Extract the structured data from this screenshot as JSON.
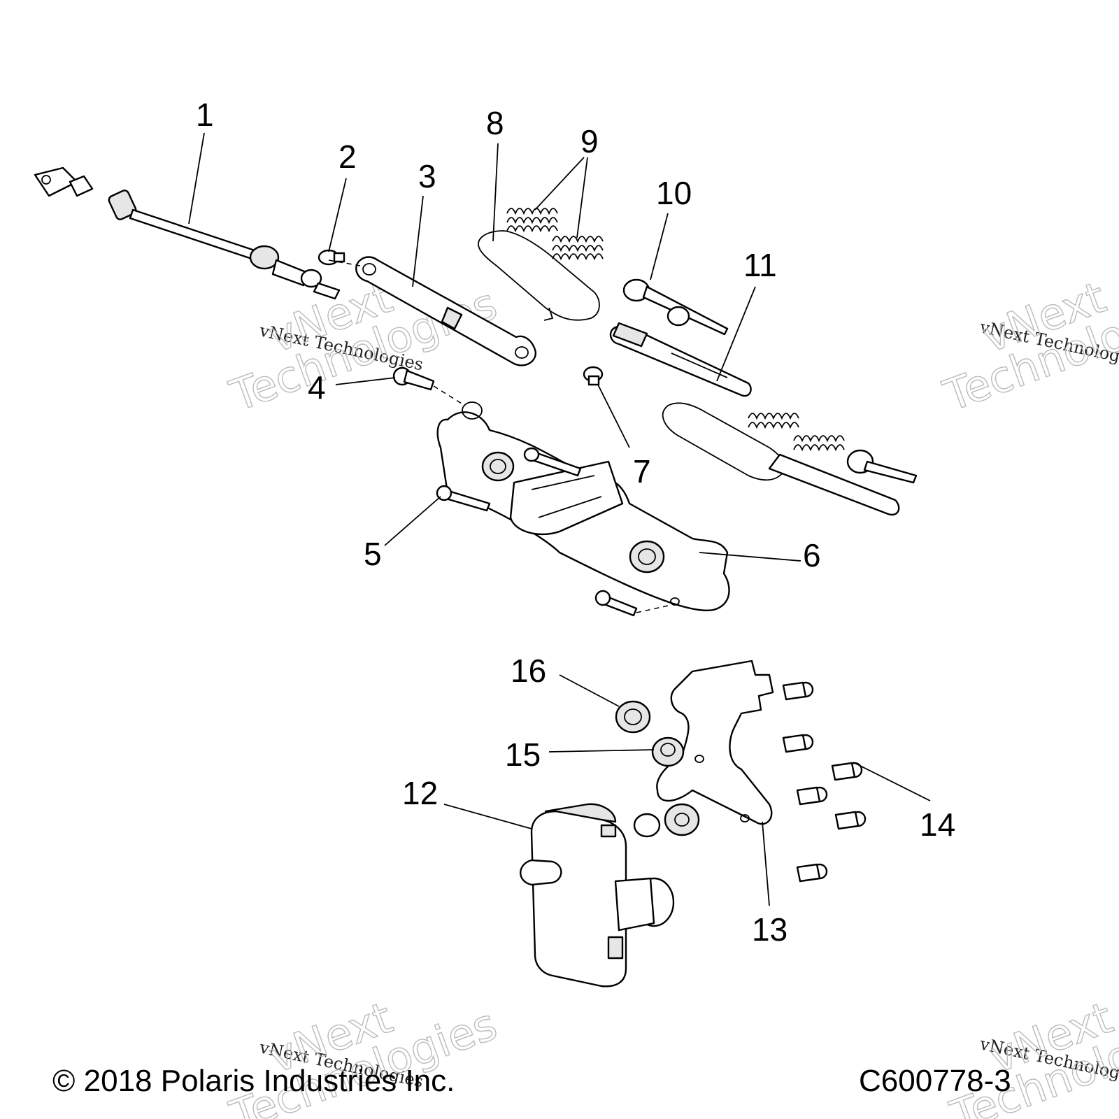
{
  "callouts": [
    "1",
    "2",
    "3",
    "4",
    "5",
    "6",
    "7",
    "8",
    "9",
    "10",
    "11",
    "12",
    "13",
    "14",
    "15",
    "16"
  ],
  "copyright": "© 2018 Polaris Industries Inc.",
  "figure_code": "C600778-3",
  "watermark": {
    "line_small": "vNext Technologies",
    "word_top": "vNext",
    "word_bottom": "Technologies"
  }
}
